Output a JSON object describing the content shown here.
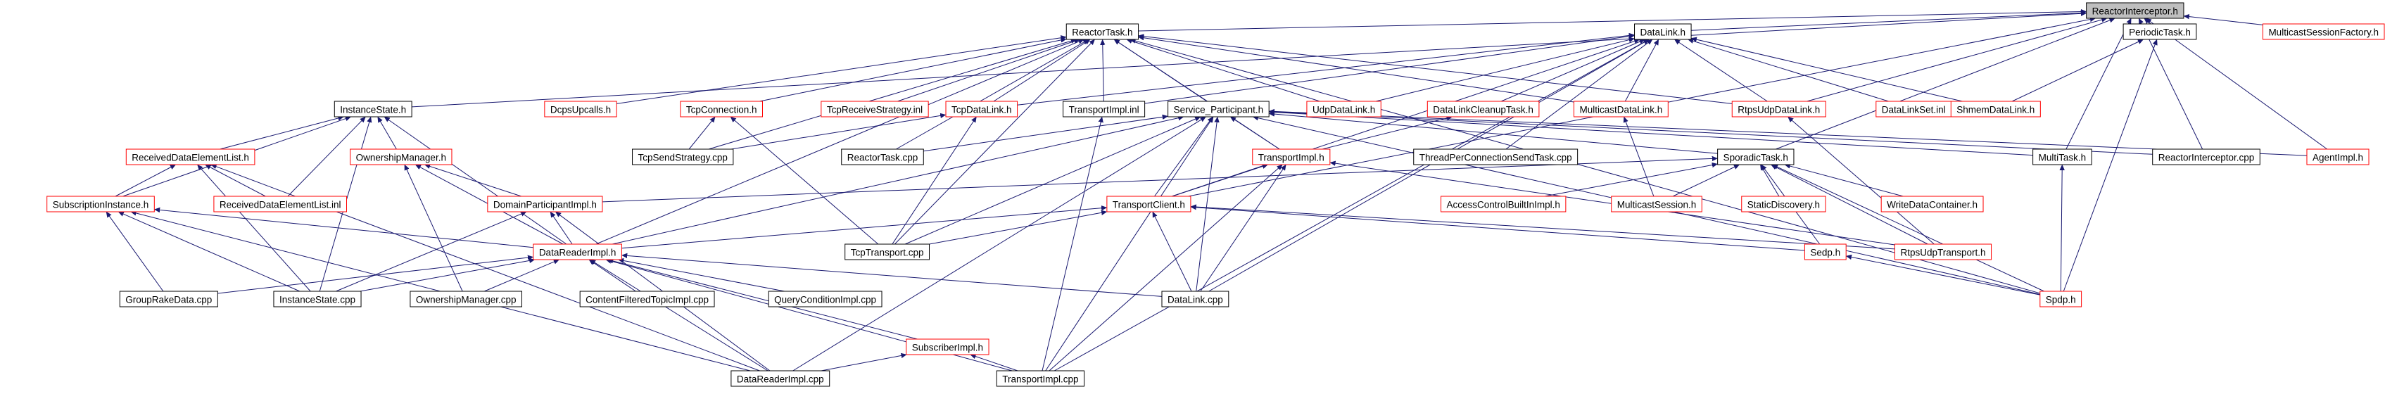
{
  "graph": {
    "root": "ReactorInterceptor.h",
    "nodes": [
      {
        "id": "ReactorInterceptor.h",
        "label": "ReactorInterceptor.h",
        "style": "root"
      },
      {
        "id": "ReactorTask.h",
        "label": "ReactorTask.h",
        "style": "black"
      },
      {
        "id": "DataLink.h",
        "label": "DataLink.h",
        "style": "black"
      },
      {
        "id": "PeriodicTask.h",
        "label": "PeriodicTask.h",
        "style": "black"
      },
      {
        "id": "MulticastSessionFactory.h",
        "label": "MulticastSessionFactory.h",
        "style": "red"
      },
      {
        "id": "InstanceState.h",
        "label": "InstanceState.h",
        "style": "black"
      },
      {
        "id": "DcpsUpcalls.h",
        "label": "DcpsUpcalls.h",
        "style": "red"
      },
      {
        "id": "TcpConnection.h",
        "label": "TcpConnection.h",
        "style": "red"
      },
      {
        "id": "TcpReceiveStrategy.inl",
        "label": "TcpReceiveStrategy.inl",
        "style": "red"
      },
      {
        "id": "TcpDataLink.h",
        "label": "TcpDataLink.h",
        "style": "red"
      },
      {
        "id": "TransportImpl.inl",
        "label": "TransportImpl.inl",
        "style": "black"
      },
      {
        "id": "Service_Participant.h",
        "label": "Service_Participant.h",
        "style": "black"
      },
      {
        "id": "UdpDataLink.h",
        "label": "UdpDataLink.h",
        "style": "red"
      },
      {
        "id": "DataLinkCleanupTask.h",
        "label": "DataLinkCleanupTask.h",
        "style": "red"
      },
      {
        "id": "MulticastDataLink.h",
        "label": "MulticastDataLink.h",
        "style": "red"
      },
      {
        "id": "RtpsUdpDataLink.h",
        "label": "RtpsUdpDataLink.h",
        "style": "red"
      },
      {
        "id": "DataLinkSet.inl",
        "label": "DataLinkSet.inl",
        "style": "red"
      },
      {
        "id": "ShmemDataLink.h",
        "label": "ShmemDataLink.h",
        "style": "red"
      },
      {
        "id": "ReceivedDataElementList.h",
        "label": "ReceivedDataElementList.h",
        "style": "red"
      },
      {
        "id": "OwnershipManager.h",
        "label": "OwnershipManager.h",
        "style": "red"
      },
      {
        "id": "TcpSendStrategy.cpp",
        "label": "TcpSendStrategy.cpp",
        "style": "black"
      },
      {
        "id": "ReactorTask.cpp",
        "label": "ReactorTask.cpp",
        "style": "black"
      },
      {
        "id": "TransportImpl.h",
        "label": "TransportImpl.h",
        "style": "red"
      },
      {
        "id": "ThreadPerConnectionSendTask.cpp",
        "label": "ThreadPerConnectionSendTask.cpp",
        "style": "black"
      },
      {
        "id": "SporadicTask.h",
        "label": "SporadicTask.h",
        "style": "black"
      },
      {
        "id": "MultiTask.h",
        "label": "MultiTask.h",
        "style": "black"
      },
      {
        "id": "ReactorInterceptor.cpp",
        "label": "ReactorInterceptor.cpp",
        "style": "black"
      },
      {
        "id": "AgentImpl.h",
        "label": "AgentImpl.h",
        "style": "red"
      },
      {
        "id": "SubscriptionInstance.h",
        "label": "SubscriptionInstance.h",
        "style": "red"
      },
      {
        "id": "ReceivedDataElementList.inl",
        "label": "ReceivedDataElementList.inl",
        "style": "red"
      },
      {
        "id": "DomainParticipantImpl.h",
        "label": "DomainParticipantImpl.h",
        "style": "red"
      },
      {
        "id": "TransportClient.h",
        "label": "TransportClient.h",
        "style": "red"
      },
      {
        "id": "AccessControlBuiltInImpl.h",
        "label": "AccessControlBuiltInImpl.h",
        "style": "red"
      },
      {
        "id": "MulticastSession.h",
        "label": "MulticastSession.h",
        "style": "red"
      },
      {
        "id": "StaticDiscovery.h",
        "label": "StaticDiscovery.h",
        "style": "red"
      },
      {
        "id": "WriteDataContainer.h",
        "label": "WriteDataContainer.h",
        "style": "red"
      },
      {
        "id": "DataReaderImpl.h",
        "label": "DataReaderImpl.h",
        "style": "red"
      },
      {
        "id": "TcpTransport.cpp",
        "label": "TcpTransport.cpp",
        "style": "black"
      },
      {
        "id": "Sedp.h",
        "label": "Sedp.h",
        "style": "red"
      },
      {
        "id": "RtpsUdpTransport.h",
        "label": "RtpsUdpTransport.h",
        "style": "red"
      },
      {
        "id": "GroupRakeData.cpp",
        "label": "GroupRakeData.cpp",
        "style": "black"
      },
      {
        "id": "InstanceState.cpp",
        "label": "InstanceState.cpp",
        "style": "black"
      },
      {
        "id": "OwnershipManager.cpp",
        "label": "OwnershipManager.cpp",
        "style": "black"
      },
      {
        "id": "ContentFilteredTopicImpl.cpp",
        "label": "ContentFilteredTopicImpl.cpp",
        "style": "black"
      },
      {
        "id": "QueryConditionImpl.cpp",
        "label": "QueryConditionImpl.cpp",
        "style": "black"
      },
      {
        "id": "DataLink.cpp",
        "label": "DataLink.cpp",
        "style": "black"
      },
      {
        "id": "Spdp.h",
        "label": "Spdp.h",
        "style": "red"
      },
      {
        "id": "SubscriberImpl.h",
        "label": "SubscriberImpl.h",
        "style": "red"
      },
      {
        "id": "DataReaderImpl.cpp",
        "label": "DataReaderImpl.cpp",
        "style": "black"
      },
      {
        "id": "TransportImpl.cpp",
        "label": "TransportImpl.cpp",
        "style": "black"
      }
    ],
    "edges": [
      [
        "ReactorInterceptor.h",
        "ReactorTask.h"
      ],
      [
        "ReactorInterceptor.h",
        "DataLink.h"
      ],
      [
        "ReactorInterceptor.h",
        "PeriodicTask.h"
      ],
      [
        "ReactorInterceptor.h",
        "MulticastSessionFactory.h"
      ],
      [
        "ReactorInterceptor.h",
        "InstanceState.h"
      ],
      [
        "ReactorInterceptor.h",
        "RtpsUdpDataLink.h"
      ],
      [
        "ReactorInterceptor.h",
        "SporadicTask.h"
      ],
      [
        "ReactorInterceptor.h",
        "MultiTask.h"
      ],
      [
        "ReactorInterceptor.h",
        "ReactorInterceptor.cpp"
      ],
      [
        "ReactorInterceptor.h",
        "AgentImpl.h"
      ],
      [
        "ReactorInterceptor.h",
        "TransportClient.h"
      ],
      [
        "ReactorTask.h",
        "DcpsUpcalls.h"
      ],
      [
        "ReactorTask.h",
        "TcpConnection.h"
      ],
      [
        "ReactorTask.h",
        "TcpReceiveStrategy.inl"
      ],
      [
        "ReactorTask.h",
        "TcpDataLink.h"
      ],
      [
        "ReactorTask.h",
        "TransportImpl.inl"
      ],
      [
        "ReactorTask.h",
        "Service_Participant.h"
      ],
      [
        "ReactorTask.h",
        "UdpDataLink.h"
      ],
      [
        "ReactorTask.h",
        "MulticastDataLink.h"
      ],
      [
        "ReactorTask.h",
        "RtpsUdpDataLink.h"
      ],
      [
        "ReactorTask.h",
        "TcpSendStrategy.cpp"
      ],
      [
        "ReactorTask.h",
        "ReactorTask.cpp"
      ],
      [
        "ReactorTask.h",
        "TransportImpl.h"
      ],
      [
        "ReactorTask.h",
        "TcpTransport.cpp"
      ],
      [
        "ReactorTask.h",
        "DataReaderImpl.h"
      ],
      [
        "ReactorTask.h",
        "Spdp.h"
      ],
      [
        "DataLink.h",
        "TcpDataLink.h"
      ],
      [
        "DataLink.h",
        "TransportImpl.inl"
      ],
      [
        "DataLink.h",
        "UdpDataLink.h"
      ],
      [
        "DataLink.h",
        "DataLinkCleanupTask.h"
      ],
      [
        "DataLink.h",
        "MulticastDataLink.h"
      ],
      [
        "DataLink.h",
        "RtpsUdpDataLink.h"
      ],
      [
        "DataLink.h",
        "DataLinkSet.inl"
      ],
      [
        "DataLink.h",
        "ShmemDataLink.h"
      ],
      [
        "DataLink.h",
        "ThreadPerConnectionSendTask.cpp"
      ],
      [
        "DataLink.h",
        "TransportClient.h"
      ],
      [
        "DataLink.h",
        "DataLink.cpp"
      ],
      [
        "DataLink.h",
        "TransportImpl.cpp"
      ],
      [
        "PeriodicTask.h",
        "ShmemDataLink.h"
      ],
      [
        "PeriodicTask.h",
        "Spdp.h"
      ],
      [
        "InstanceState.h",
        "ReceivedDataElementList.h"
      ],
      [
        "InstanceState.h",
        "OwnershipManager.h"
      ],
      [
        "InstanceState.h",
        "SubscriptionInstance.h"
      ],
      [
        "InstanceState.h",
        "ReceivedDataElementList.inl"
      ],
      [
        "InstanceState.h",
        "DataReaderImpl.h"
      ],
      [
        "InstanceState.h",
        "InstanceState.cpp"
      ],
      [
        "TcpConnection.h",
        "TcpSendStrategy.cpp"
      ],
      [
        "TcpConnection.h",
        "TcpTransport.cpp"
      ],
      [
        "TcpDataLink.h",
        "TcpSendStrategy.cpp"
      ],
      [
        "TcpDataLink.h",
        "TcpTransport.cpp"
      ],
      [
        "TransportImpl.inl",
        "TransportImpl.cpp"
      ],
      [
        "Service_Participant.h",
        "ReactorTask.cpp"
      ],
      [
        "Service_Participant.h",
        "TransportImpl.h"
      ],
      [
        "Service_Participant.h",
        "SporadicTask.h"
      ],
      [
        "Service_Participant.h",
        "MultiTask.h"
      ],
      [
        "Service_Participant.h",
        "ReactorInterceptor.cpp"
      ],
      [
        "Service_Participant.h",
        "AgentImpl.h"
      ],
      [
        "Service_Participant.h",
        "TransportClient.h"
      ],
      [
        "Service_Participant.h",
        "TcpTransport.cpp"
      ],
      [
        "Service_Participant.h",
        "DataReaderImpl.h"
      ],
      [
        "Service_Participant.h",
        "DataLink.cpp"
      ],
      [
        "Service_Participant.h",
        "Spdp.h"
      ],
      [
        "Service_Participant.h",
        "DataReaderImpl.cpp"
      ],
      [
        "Service_Participant.h",
        "TransportImpl.cpp"
      ],
      [
        "DataLinkCleanupTask.h",
        "TransportImpl.h"
      ],
      [
        "MulticastDataLink.h",
        "MulticastSession.h"
      ],
      [
        "RtpsUdpDataLink.h",
        "RtpsUdpTransport.h"
      ],
      [
        "ReceivedDataElementList.h",
        "SubscriptionInstance.h"
      ],
      [
        "ReceivedDataElementList.h",
        "ReceivedDataElementList.inl"
      ],
      [
        "ReceivedDataElementList.h",
        "InstanceState.cpp"
      ],
      [
        "ReceivedDataElementList.h",
        "DataReaderImpl.cpp"
      ],
      [
        "OwnershipManager.h",
        "DomainParticipantImpl.h"
      ],
      [
        "OwnershipManager.h",
        "DataReaderImpl.h"
      ],
      [
        "OwnershipManager.h",
        "OwnershipManager.cpp"
      ],
      [
        "TransportImpl.h",
        "TransportClient.h"
      ],
      [
        "TransportImpl.h",
        "DataLink.cpp"
      ],
      [
        "TransportImpl.h",
        "RtpsUdpTransport.h"
      ],
      [
        "TransportImpl.h",
        "TransportImpl.cpp"
      ],
      [
        "SporadicTask.h",
        "DomainParticipantImpl.h"
      ],
      [
        "SporadicTask.h",
        "AccessControlBuiltInImpl.h"
      ],
      [
        "SporadicTask.h",
        "MulticastSession.h"
      ],
      [
        "SporadicTask.h",
        "StaticDiscovery.h"
      ],
      [
        "SporadicTask.h",
        "WriteDataContainer.h"
      ],
      [
        "SporadicTask.h",
        "Sedp.h"
      ],
      [
        "SporadicTask.h",
        "RtpsUdpTransport.h"
      ],
      [
        "SporadicTask.h",
        "Spdp.h"
      ],
      [
        "MultiTask.h",
        "Spdp.h"
      ],
      [
        "SubscriptionInstance.h",
        "DataReaderImpl.h"
      ],
      [
        "SubscriptionInstance.h",
        "GroupRakeData.cpp"
      ],
      [
        "SubscriptionInstance.h",
        "InstanceState.cpp"
      ],
      [
        "SubscriptionInstance.h",
        "DataReaderImpl.cpp"
      ],
      [
        "DomainParticipantImpl.h",
        "DataReaderImpl.h"
      ],
      [
        "DomainParticipantImpl.h",
        "InstanceState.cpp"
      ],
      [
        "DomainParticipantImpl.h",
        "DataReaderImpl.cpp"
      ],
      [
        "TransportClient.h",
        "DataReaderImpl.h"
      ],
      [
        "TransportClient.h",
        "TcpTransport.cpp"
      ],
      [
        "TransportClient.h",
        "Sedp.h"
      ],
      [
        "TransportClient.h",
        "RtpsUdpTransport.h"
      ],
      [
        "TransportClient.h",
        "DataLink.cpp"
      ],
      [
        "DataReaderImpl.h",
        "GroupRakeData.cpp"
      ],
      [
        "DataReaderImpl.h",
        "InstanceState.cpp"
      ],
      [
        "DataReaderImpl.h",
        "OwnershipManager.cpp"
      ],
      [
        "DataReaderImpl.h",
        "ContentFilteredTopicImpl.cpp"
      ],
      [
        "DataReaderImpl.h",
        "QueryConditionImpl.cpp"
      ],
      [
        "DataReaderImpl.h",
        "DataLink.cpp"
      ],
      [
        "DataReaderImpl.h",
        "SubscriberImpl.h"
      ],
      [
        "DataReaderImpl.h",
        "DataReaderImpl.cpp"
      ],
      [
        "DataReaderImpl.h",
        "TransportImpl.cpp"
      ],
      [
        "Sedp.h",
        "Spdp.h"
      ],
      [
        "SubscriberImpl.h",
        "DataReaderImpl.cpp"
      ],
      [
        "SubscriberImpl.h",
        "TransportImpl.cpp"
      ]
    ]
  }
}
